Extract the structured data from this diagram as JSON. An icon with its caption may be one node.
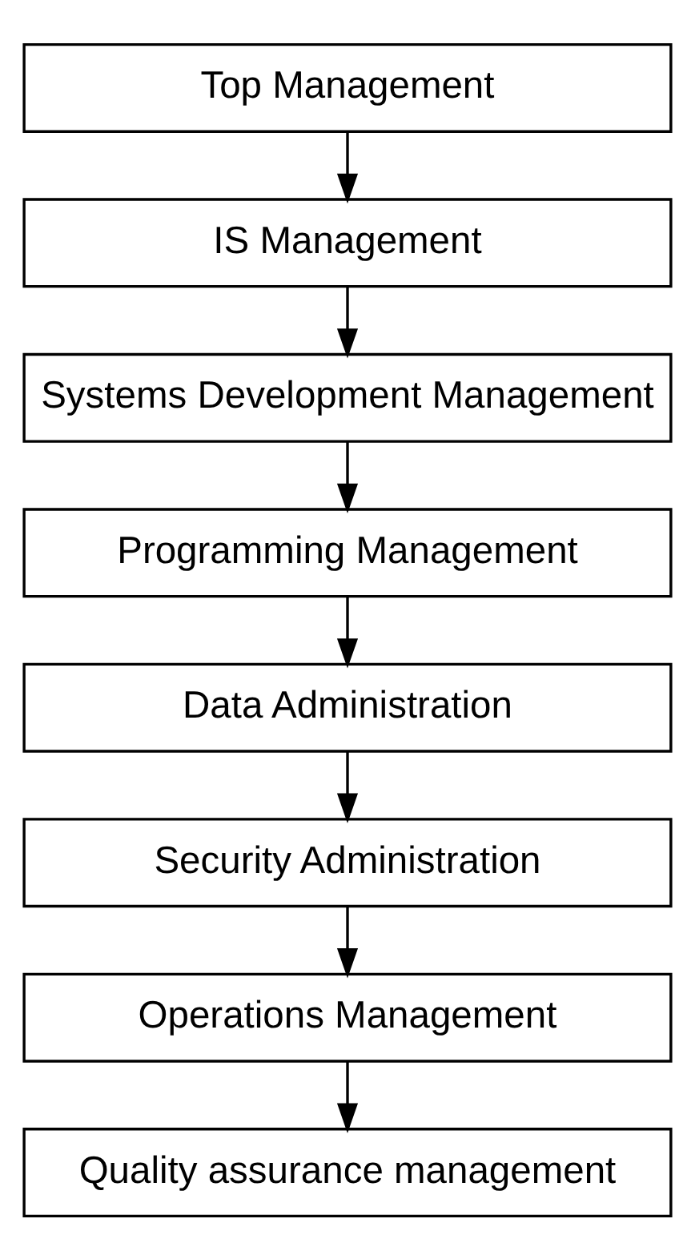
{
  "diagram": {
    "nodes": [
      {
        "text": [
          "Top Management"
        ]
      },
      {
        "text": [
          "IS Management"
        ]
      },
      {
        "text": [
          "Systems Development Management"
        ]
      },
      {
        "text": [
          "Programming Management"
        ]
      },
      {
        "text": [
          "Data Administration"
        ]
      },
      {
        "text": [
          "Security Administration"
        ]
      },
      {
        "text": [
          "Operations Management"
        ]
      },
      {
        "text": [
          "Quality assurance management"
        ]
      }
    ],
    "edges": [
      {
        "from": 0,
        "to": 1,
        "arrow": "to"
      },
      {
        "from": 1,
        "to": 2,
        "arrow": "to"
      },
      {
        "from": 2,
        "to": 3,
        "arrow": "to"
      },
      {
        "from": 3,
        "to": 4,
        "arrow": "to"
      },
      {
        "from": 4,
        "to": 5,
        "arrow": "to"
      },
      {
        "from": 5,
        "to": 6,
        "arrow": "to"
      },
      {
        "from": 6,
        "to": 7,
        "arrow": "to"
      }
    ]
  }
}
